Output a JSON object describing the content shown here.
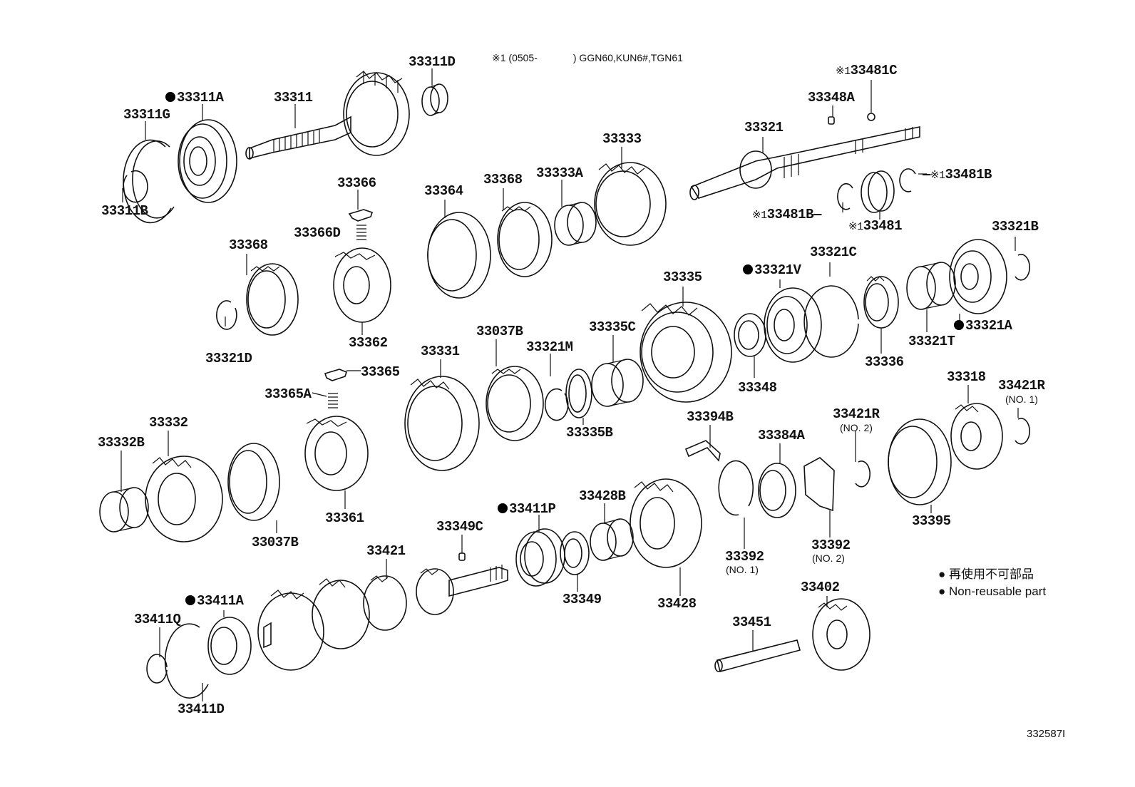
{
  "header_note": {
    "prefix": "※1 (0505-",
    "models": ") GGN60,KUN6#,TGN61"
  },
  "figure_id": "332587I",
  "legend": [
    {
      "symbol": "●",
      "text": "再使用不可部品"
    },
    {
      "symbol": "●",
      "text": "Non-reusable part"
    }
  ],
  "labels": [
    {
      "id": "l01",
      "text": "33311D"
    },
    {
      "id": "l02",
      "text": "33311A",
      "mark": "●"
    },
    {
      "id": "l03",
      "text": "33311"
    },
    {
      "id": "l04",
      "text": "33311G"
    },
    {
      "id": "l05",
      "text": "33311B"
    },
    {
      "id": "l06",
      "text": "33366"
    },
    {
      "id": "l07",
      "text": "33366D"
    },
    {
      "id": "l08",
      "text": "33368"
    },
    {
      "id": "l09",
      "text": "33362"
    },
    {
      "id": "l10",
      "text": "33321D"
    },
    {
      "id": "l11",
      "text": "33364"
    },
    {
      "id": "l12",
      "text": "33368"
    },
    {
      "id": "l13",
      "text": "33333A"
    },
    {
      "id": "l14",
      "text": "33333"
    },
    {
      "id": "l15",
      "text": "33348A"
    },
    {
      "id": "l16",
      "text": "33481C",
      "mark": "※1"
    },
    {
      "id": "l17",
      "text": "33321"
    },
    {
      "id": "l18",
      "text": "33481B",
      "mark": "※1",
      "prefix": "—"
    },
    {
      "id": "l19",
      "text": "33481B",
      "mark": "※1",
      "suffix": "—"
    },
    {
      "id": "l20",
      "text": "33481",
      "mark": "※1"
    },
    {
      "id": "l21",
      "text": "33321B"
    },
    {
      "id": "l22",
      "text": "33321C"
    },
    {
      "id": "l23",
      "text": "33321V",
      "mark": "●"
    },
    {
      "id": "l24",
      "text": "33335"
    },
    {
      "id": "l25",
      "text": "33321A",
      "mark": "●"
    },
    {
      "id": "l26",
      "text": "33321T"
    },
    {
      "id": "l27",
      "text": "33336"
    },
    {
      "id": "l28",
      "text": "33348"
    },
    {
      "id": "l29",
      "text": "33335C"
    },
    {
      "id": "l30",
      "text": "33321M"
    },
    {
      "id": "l31",
      "text": "33037B"
    },
    {
      "id": "l32",
      "text": "33331"
    },
    {
      "id": "l33",
      "text": "33335B"
    },
    {
      "id": "l34",
      "text": "33365"
    },
    {
      "id": "l35",
      "text": "33365A"
    },
    {
      "id": "l36",
      "text": "33332"
    },
    {
      "id": "l37",
      "text": "33332B"
    },
    {
      "id": "l38",
      "text": "33037B"
    },
    {
      "id": "l39",
      "text": "33361"
    },
    {
      "id": "l40",
      "text": "33394B"
    },
    {
      "id": "l41",
      "text": "33384A"
    },
    {
      "id": "l42",
      "text": "33421R"
    },
    {
      "id": "l43",
      "text": "33318"
    },
    {
      "id": "l44",
      "text": "33421R"
    },
    {
      "id": "l45",
      "text": "33392"
    },
    {
      "id": "l46",
      "text": "33392"
    },
    {
      "id": "l47",
      "text": "33395"
    },
    {
      "id": "l48",
      "text": "33428B"
    },
    {
      "id": "l49",
      "text": "33411P",
      "mark": "●"
    },
    {
      "id": "l50",
      "text": "33349C"
    },
    {
      "id": "l51",
      "text": "33421"
    },
    {
      "id": "l52",
      "text": "33349"
    },
    {
      "id": "l53",
      "text": "33428"
    },
    {
      "id": "l54",
      "text": "33402"
    },
    {
      "id": "l55",
      "text": "33451"
    },
    {
      "id": "l56",
      "text": "33411A",
      "mark": "●"
    },
    {
      "id": "l57",
      "text": "33411Q"
    },
    {
      "id": "l58",
      "text": "33411D"
    }
  ],
  "sublabels": [
    {
      "id": "s1",
      "text": "(NO. 2)"
    },
    {
      "id": "s2",
      "text": "(NO. 1)"
    },
    {
      "id": "s3",
      "text": "(NO. 1)"
    },
    {
      "id": "s4",
      "text": "(NO. 2)"
    }
  ]
}
